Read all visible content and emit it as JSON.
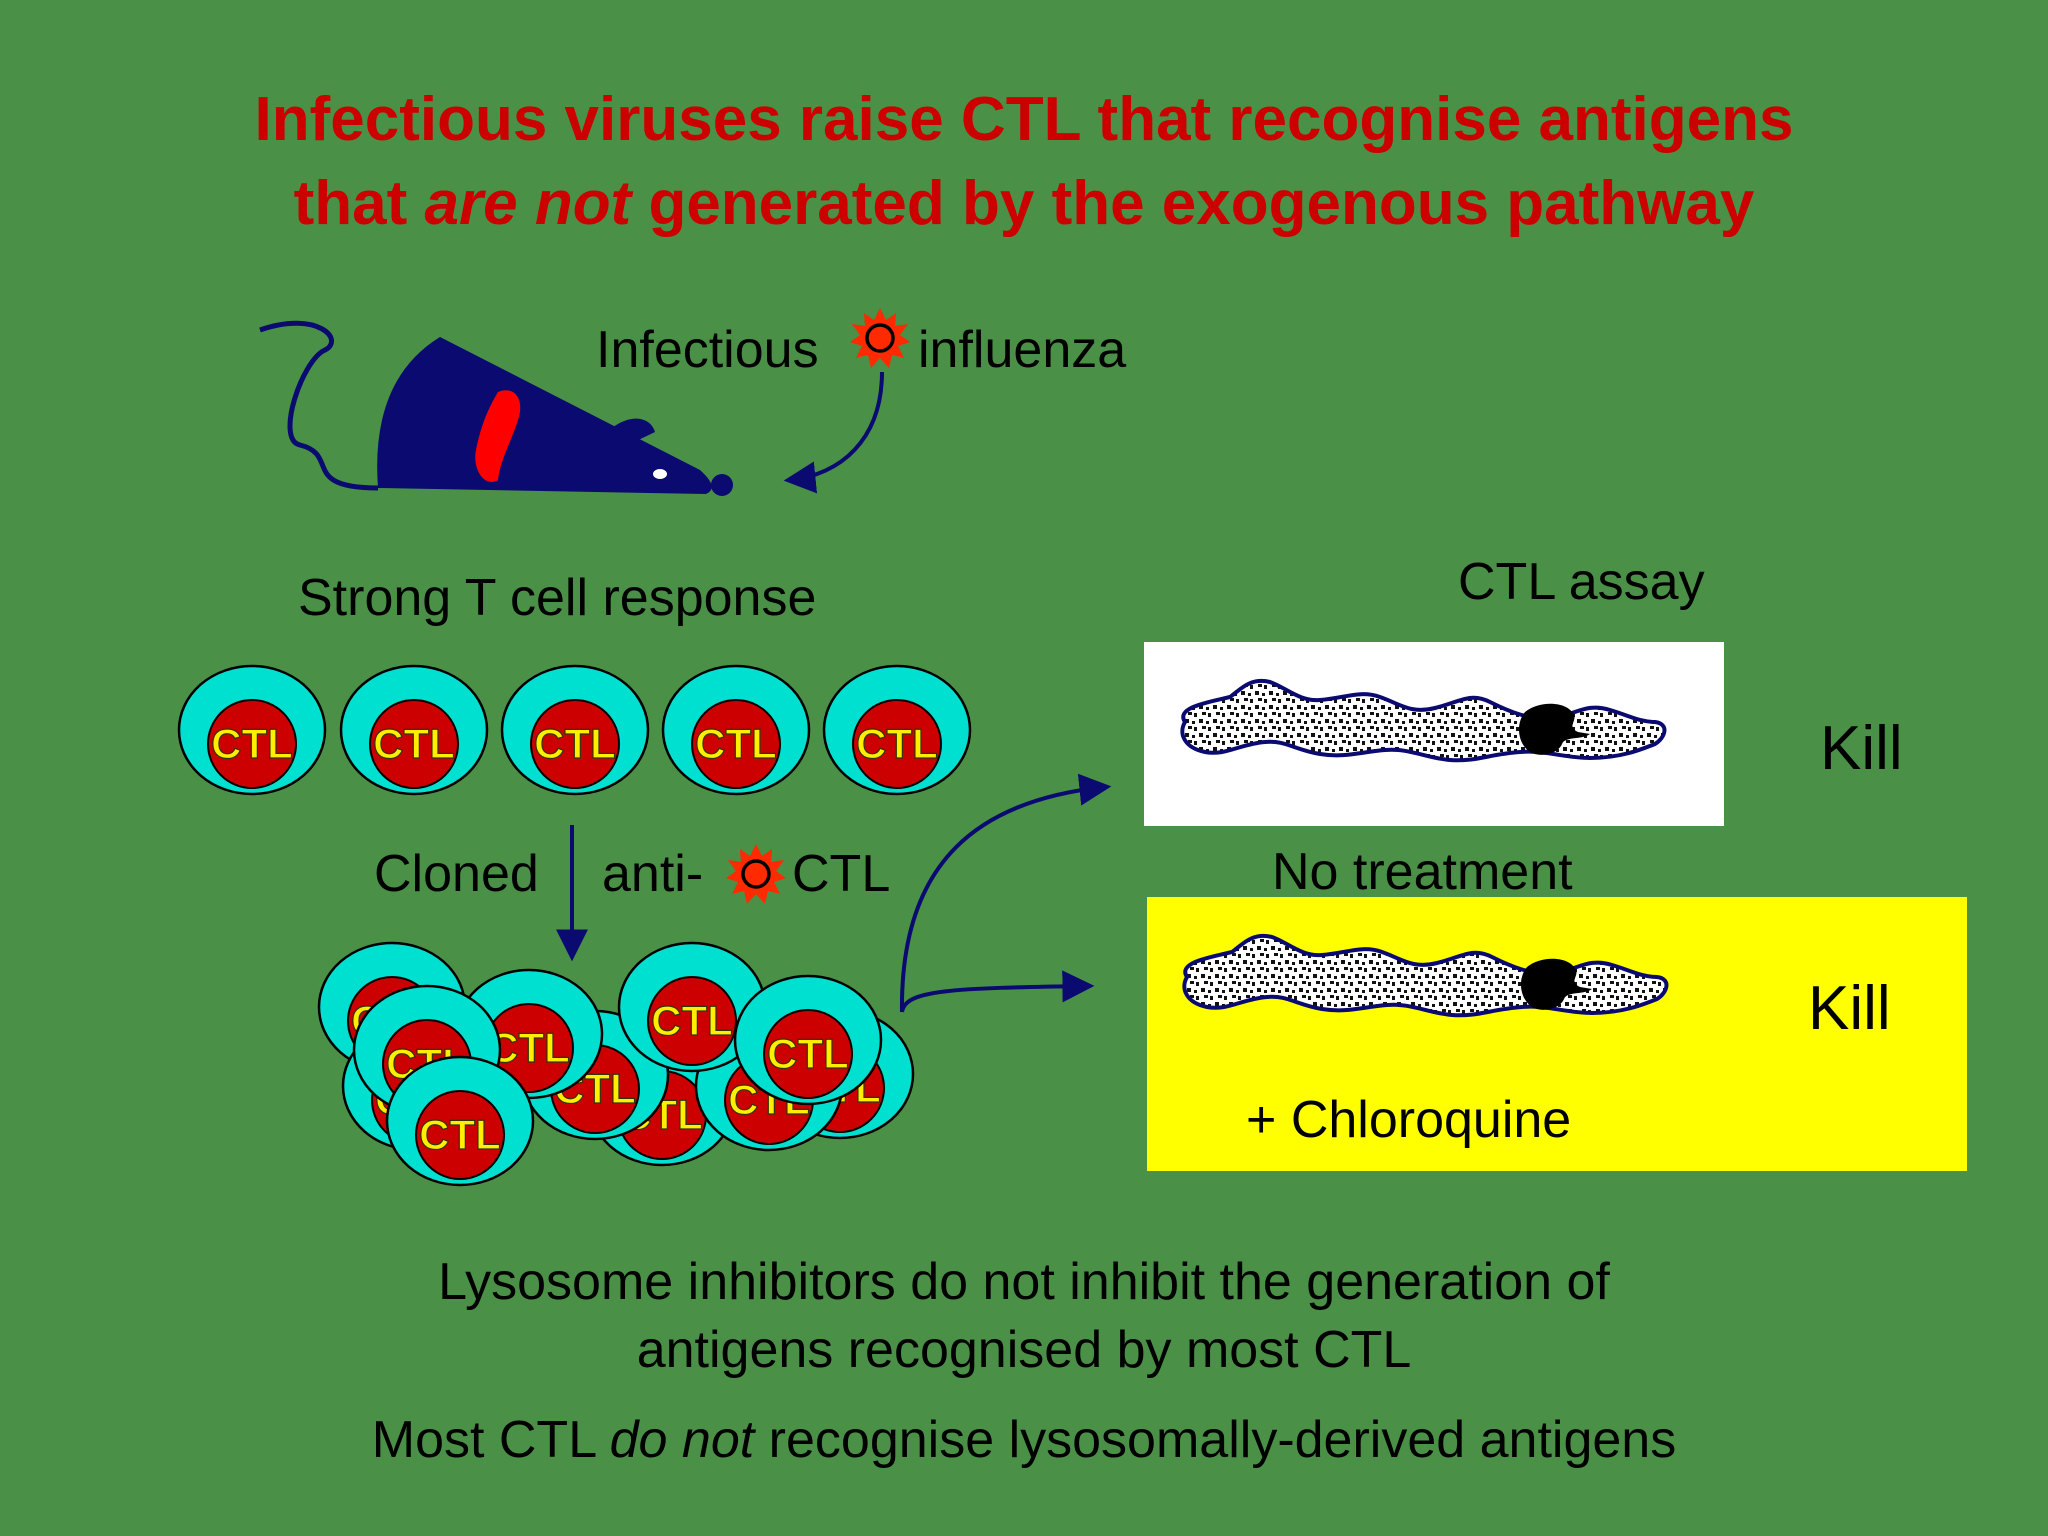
{
  "title": {
    "line1": "Infectious viruses raise CTL that recognise antigens",
    "line2_before": "that ",
    "line2_italic": "are not",
    "line2_after": " generated by the exogenous pathway"
  },
  "infection": {
    "left_label": "Infectious",
    "right_label": "influenza"
  },
  "response_label": "Strong T cell response",
  "ctl_label": "CTL",
  "cloned_label": "Cloned",
  "anti_label": "anti-",
  "anti_ctl_label": "CTL",
  "assay": {
    "title": "CTL assay",
    "panel1_caption": "No treatment",
    "panel1_result": "Kill",
    "panel2_caption": "+ Chloroquine",
    "panel2_result": "Kill"
  },
  "footer": {
    "line1": "Lysosome inhibitors do not inhibit the generation of",
    "line2": "antigens recognised by most CTL",
    "line3_before": "Most CTL ",
    "line3_italic": "do not",
    "line3_after": " recognise lysosomally-derived antigens"
  },
  "colors": {
    "background": "#4a9046",
    "title": "#cc0000",
    "cell_outer": "#00e0d0",
    "cell_inner": "#cc0000",
    "ctl_text": "#ffee00",
    "mouse": "#0a0a70",
    "highlight_panel": "#ffff00"
  },
  "icons": [
    "mouse-icon",
    "virus-icon",
    "target-cell-icon"
  ]
}
